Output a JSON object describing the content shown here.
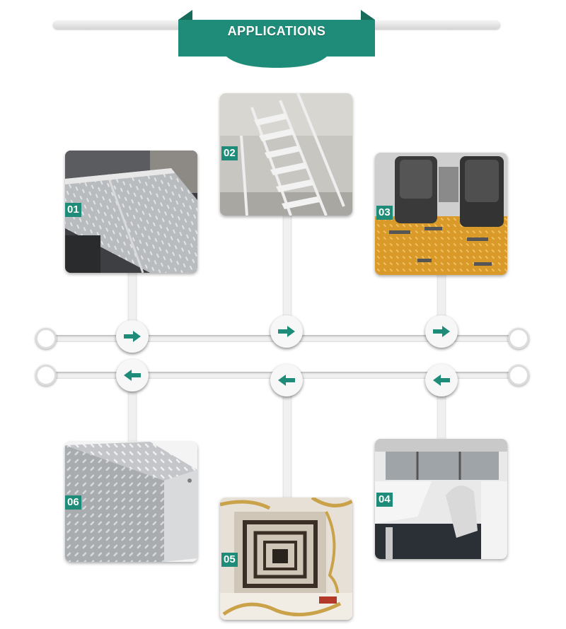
{
  "header": {
    "title": "APPLICATIONS"
  },
  "colors": {
    "accent": "#1e8c78",
    "accent_dark": "#166b5b",
    "track": "#f0f0f0"
  },
  "items": [
    {
      "number": "01",
      "image": "aluminum checker plate ramp"
    },
    {
      "number": "02",
      "image": "aluminum step ladder"
    },
    {
      "number": "03",
      "image": "vehicle floor with seats"
    },
    {
      "number": "04",
      "image": "boat cabin interior"
    },
    {
      "number": "05",
      "image": "ornate spiral staircase"
    },
    {
      "number": "06",
      "image": "checker plate tool box"
    }
  ],
  "timeline": {
    "top_row_arrow": "arrow-right-icon",
    "bottom_row_arrow": "arrow-left-icon"
  }
}
